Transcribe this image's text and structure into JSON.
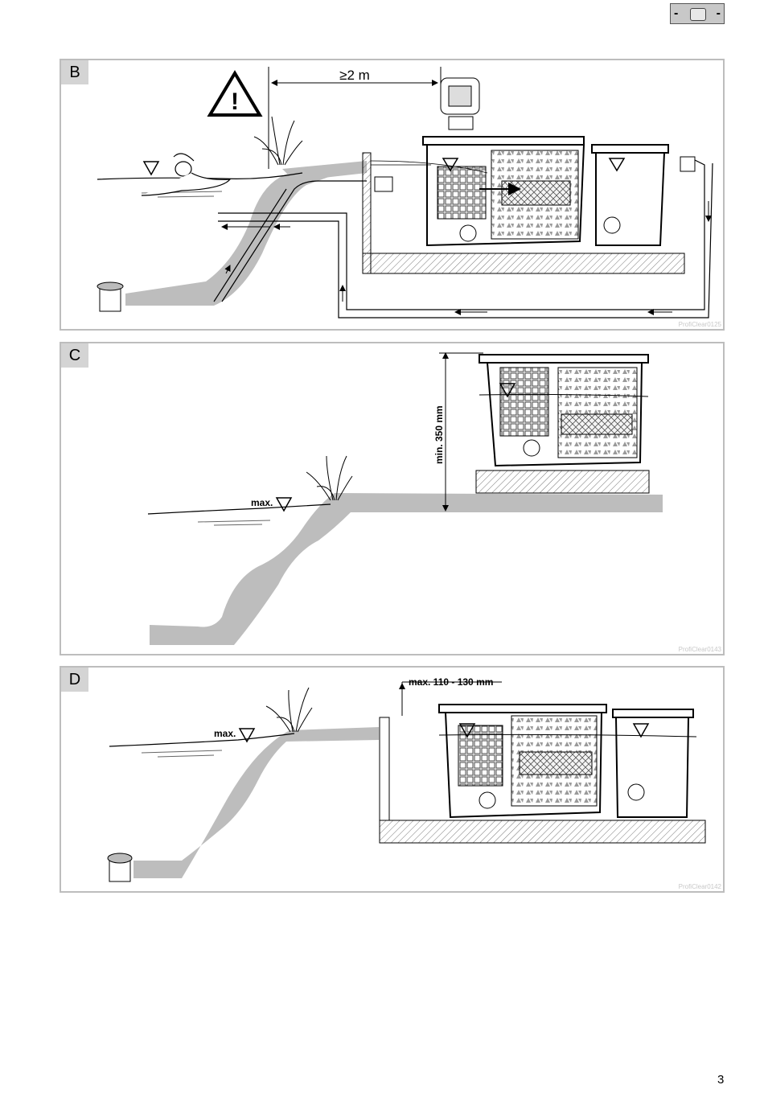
{
  "header": {
    "lang_icon": "language-selector-icon",
    "lang_left_mark": "-",
    "lang_right_mark": "-"
  },
  "panels": {
    "b": {
      "label": "B",
      "distance": "≥2 m",
      "code": "ProfiClear0125"
    },
    "c": {
      "label": "C",
      "height": "min. 350 mm",
      "level": "max.",
      "code": "ProfiClear0143"
    },
    "d": {
      "label": "D",
      "height": "max. 110 - 130 mm",
      "level": "max.",
      "code": "ProfiClear0142"
    }
  },
  "footer": {
    "page_number": "3"
  },
  "colors": {
    "ground": "#bdbdbd",
    "panel_border": "#bdbdbd",
    "label_bg": "#d4d4d4"
  }
}
